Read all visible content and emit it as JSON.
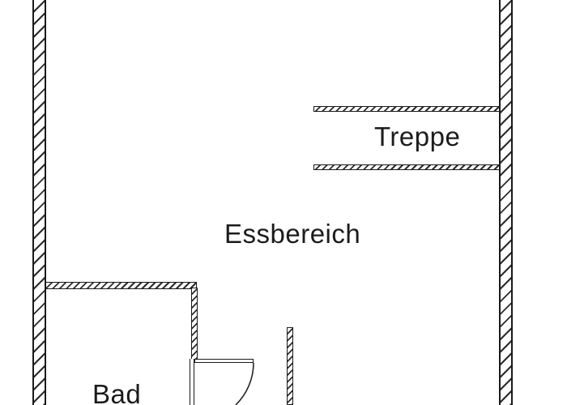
{
  "plan": {
    "rooms": {
      "treppe": {
        "label": "Treppe"
      },
      "essbereich": {
        "label": "Essbereich"
      },
      "bad": {
        "label": "Bad"
      }
    },
    "elements": {
      "walls": [
        "exterior-wall-left",
        "exterior-wall-right",
        "stair-wall-upper",
        "stair-wall-lower",
        "bath-wall-top",
        "bath-wall-right",
        "wall-stub-bottom"
      ],
      "door": "bath-door-with-swing-arc"
    },
    "colors": {
      "background": "#ffffff",
      "line": "#1a1a1a",
      "hatch": "#2b2b2b",
      "text": "#1c1c1c"
    }
  }
}
